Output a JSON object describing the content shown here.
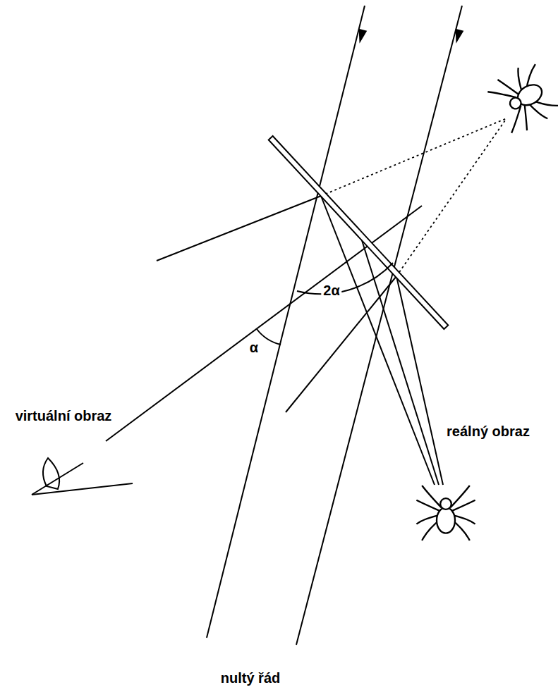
{
  "diagram": {
    "labels": [
      "2α",
      "α",
      "virtuální obraz",
      "reálný obraz",
      "nultý řád"
    ]
  }
}
